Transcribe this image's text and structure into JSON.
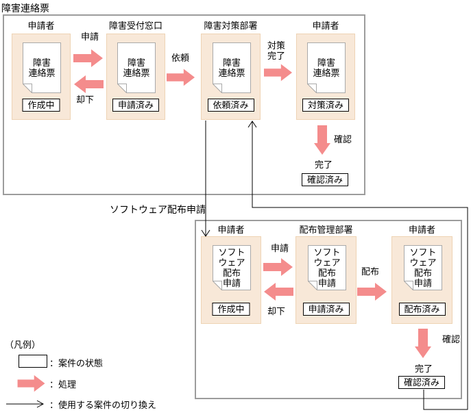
{
  "flow1": {
    "title": "障害連絡票",
    "lanes": [
      {
        "actor": "申請者",
        "doc": [
          "障害",
          "連絡票"
        ],
        "state": "作成中"
      },
      {
        "actor": "障害受付窓口",
        "doc": [
          "障害",
          "連絡票"
        ],
        "state": "申請済み"
      },
      {
        "actor": "障害対策部署",
        "doc": [
          "障害",
          "連絡票"
        ],
        "state": "依頼済み"
      },
      {
        "actor": "申請者",
        "doc": [
          "障害",
          "連絡票"
        ],
        "state": "対策済み"
      }
    ],
    "arrows": {
      "apply": "申請",
      "reject": "却下",
      "request": "依頼",
      "complete": "対策完了",
      "confirm": "確認"
    },
    "done_label": "完了",
    "done_state": "確認済み"
  },
  "flow2": {
    "title": "ソフトウェア配布申請",
    "lanes": [
      {
        "actor": "申請者",
        "doc": [
          "ソフト",
          "ウェア",
          "配布",
          "申請"
        ],
        "state": "作成中"
      },
      {
        "actor": "配布管理部署",
        "doc": [
          "ソフト",
          "ウェア",
          "配布",
          "申請"
        ],
        "state": "申請済み"
      },
      {
        "actor": "申請者",
        "doc": [
          "ソフト",
          "ウェア",
          "配布",
          "申請"
        ],
        "state": "配布済み"
      }
    ],
    "arrows": {
      "apply": "申請",
      "reject": "却下",
      "distribute": "配布",
      "confirm": "確認"
    },
    "done_label": "完了",
    "done_state": "確認済み"
  },
  "legend": {
    "title": "（凡例）",
    "items": [
      {
        "symbol": "state-box",
        "label": "：案件の状態"
      },
      {
        "symbol": "process-arrow",
        "label": "：処理"
      },
      {
        "symbol": "switch-arrow",
        "label": "：使用する案件の切り換え"
      }
    ]
  },
  "colors": {
    "process_arrow": "#f48c8c",
    "lane_fill": "#f8e8d8",
    "lane_border": "#eed3b4",
    "container_border": "#9c9c9c"
  }
}
